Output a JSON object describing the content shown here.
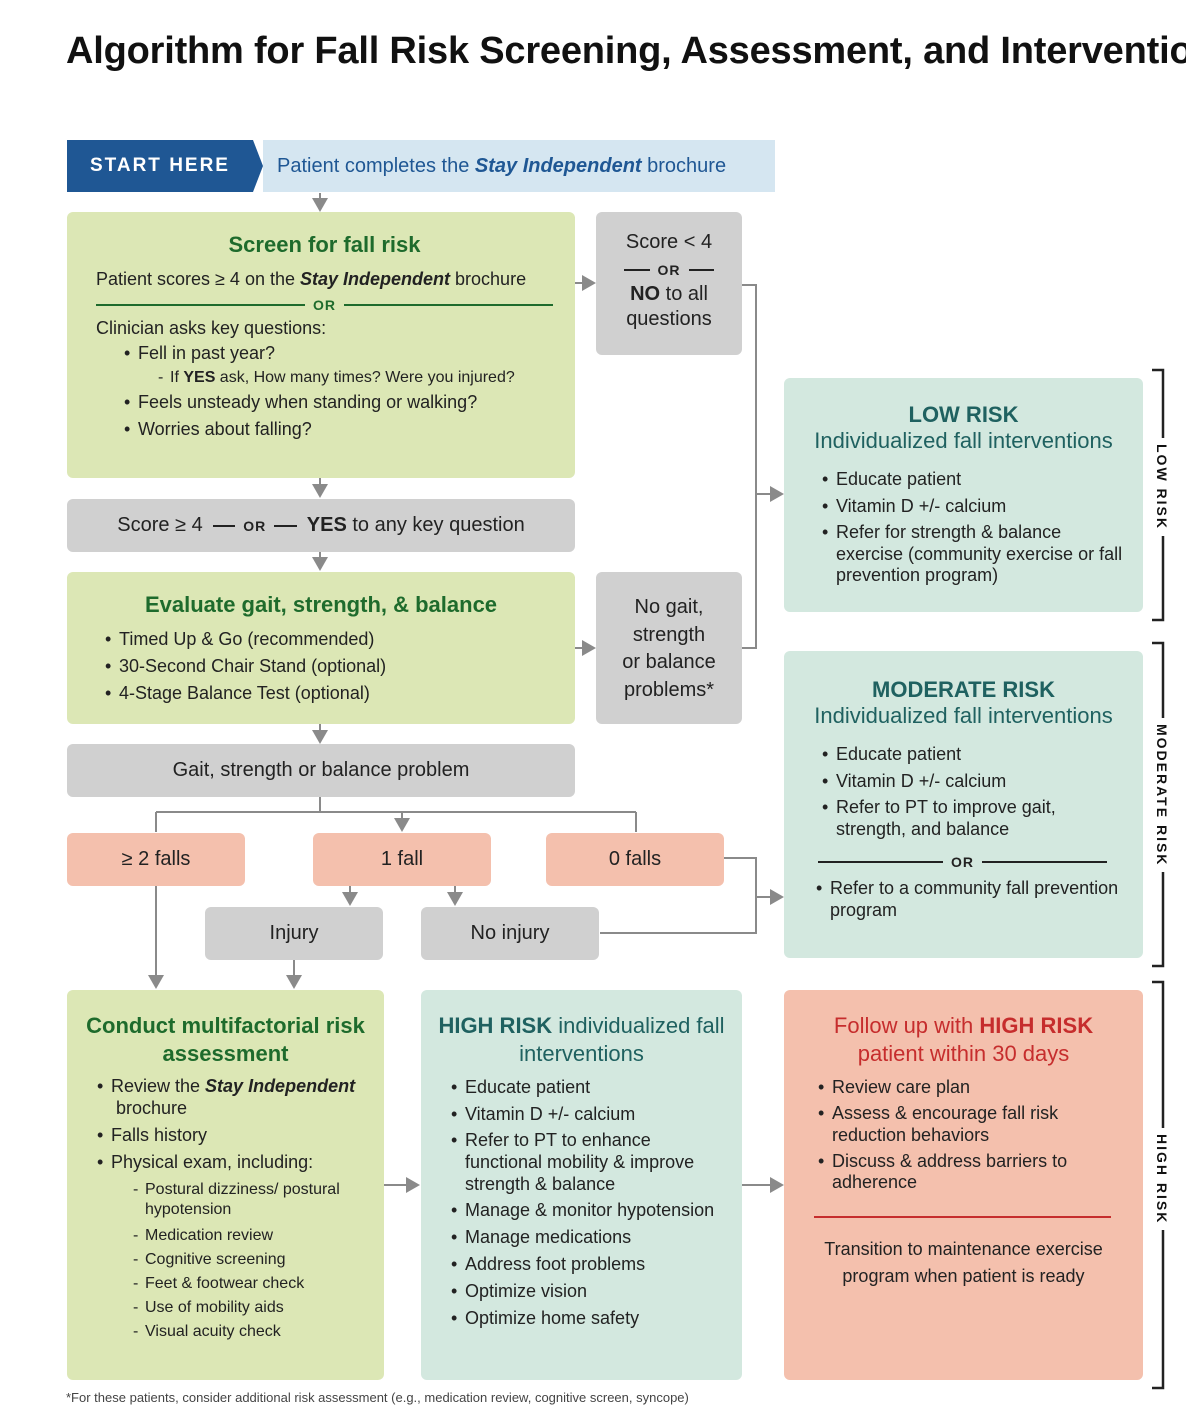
{
  "title": "Algorithm for Fall Risk Screening, Assessment, and Intervention",
  "start": {
    "tag": "START HERE",
    "text_pre": "Patient completes the ",
    "text_em": "Stay Independent",
    "text_post": " brochure"
  },
  "screen": {
    "heading": "Screen for fall risk",
    "line1_pre": "Patient scores ≥ 4 on the ",
    "line1_em": "Stay Independent",
    "line1_post": " brochure",
    "or": "OR",
    "clinician": "Clinician asks key questions:",
    "q1": "Fell in past year?",
    "q1_sub_pre": "If ",
    "q1_sub_bold": "YES",
    "q1_sub_post": " ask, How many times? Were you injured?",
    "q2": "Feels unsteady when standing or walking?",
    "q3": "Worries about falling?"
  },
  "score_low": {
    "line1": "Score < 4",
    "or": "OR",
    "no_bold": "NO",
    "no_rest": " to all",
    "line3": "questions"
  },
  "score_high": {
    "pre": "Score ≥ 4",
    "or": "OR",
    "yes_bold": "YES",
    "post": " to any key question"
  },
  "evaluate": {
    "heading": "Evaluate gait, strength, & balance",
    "items": [
      "Timed Up & Go (recommended)",
      "30-Second Chair Stand (optional)",
      "4-Stage Balance Test (optional)"
    ]
  },
  "no_gait": {
    "lines": [
      "No gait,",
      "strength",
      "or balance",
      "problems*"
    ]
  },
  "gait_problem": "Gait, strength or balance problem",
  "falls": {
    "two": "≥ 2 falls",
    "one": "1 fall",
    "zero": "0 falls"
  },
  "injury": "Injury",
  "no_injury": "No injury",
  "low_risk": {
    "heading1": "LOW RISK",
    "heading2": "Individualized fall interventions",
    "items": [
      "Educate patient",
      "Vitamin D +/- calcium",
      "Refer for strength & balance exercise (community exercise or fall prevention program)"
    ]
  },
  "moderate_risk": {
    "heading1": "MODERATE RISK",
    "heading2": "Individualized fall interventions",
    "items": [
      "Educate patient",
      "Vitamin D +/- calcium",
      "Refer to PT to improve gait, strength, and balance"
    ],
    "or": "OR",
    "alt": "Refer to a community fall prevention program"
  },
  "multifactorial": {
    "heading": "Conduct multifactorial risk assessment",
    "review_pre": "Review the ",
    "review_em": "Stay Independent",
    "review_post": " brochure",
    "falls_history": "Falls history",
    "physical": "Physical exam, including:",
    "sub": [
      "Postural dizziness/ postural hypotension",
      "Medication review",
      "Cognitive screening",
      "Feet & footwear check",
      "Use of mobility aids",
      "Visual acuity check"
    ]
  },
  "high_risk": {
    "heading_bold": "HIGH RISK",
    "heading_rest": " individualized fall interventions",
    "items": [
      "Educate patient",
      "Vitamin D +/- calcium",
      "Refer to PT to enhance functional mobility & improve strength & balance",
      "Manage & monitor hypotension",
      "Manage medications",
      "Address foot problems",
      "Optimize vision",
      "Optimize home safety"
    ]
  },
  "followup": {
    "heading_pre": "Follow up with ",
    "heading_bold": "HIGH RISK",
    "heading_post": " patient within 30 days",
    "items": [
      "Review care plan",
      "Assess & encourage fall risk reduction behaviors",
      "Discuss & address barriers to adherence"
    ],
    "transition": "Transition to maintenance exercise program when patient is ready"
  },
  "side_labels": {
    "low": "LOW RISK",
    "moderate": "MODERATE RISK",
    "high": "HIGH RISK"
  },
  "footnote": "*For these patients, consider additional risk assessment (e.g., medication review, cognitive screen, syncope)",
  "colors": {
    "navy": "#1f5794",
    "green_box": "#dce7b5",
    "gray_box": "#d0d0d0",
    "teal_box": "#d3e8df",
    "salmon_box": "#f4c0ad",
    "red_text": "#c62d2d",
    "green_text": "#1e6b2c",
    "teal_text": "#1f6160"
  }
}
